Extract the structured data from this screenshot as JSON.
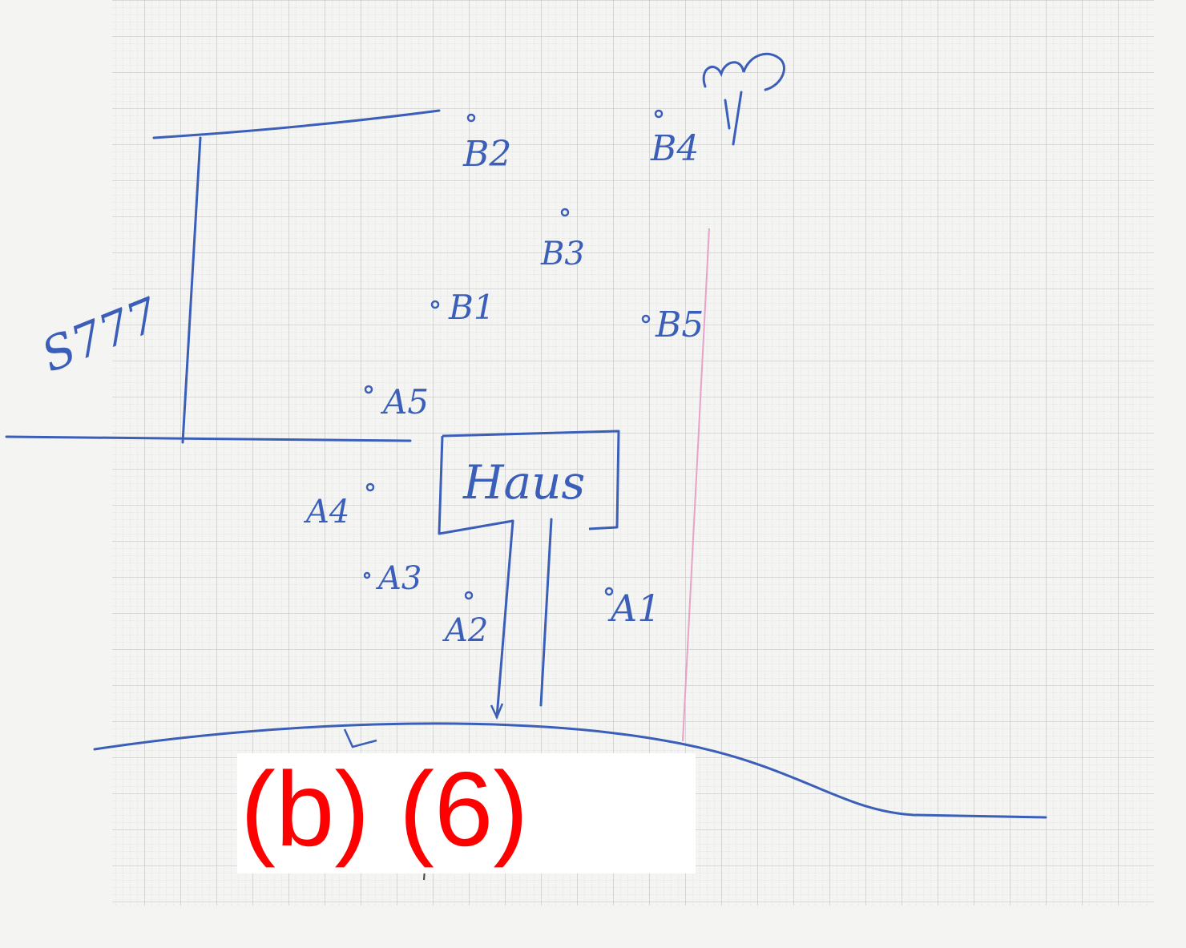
{
  "caption": "(b) (6)",
  "road_label": "S777",
  "house_label": "Haus",
  "points": [
    {
      "id": "B2",
      "label": "B2"
    },
    {
      "id": "B4",
      "label": "B4"
    },
    {
      "id": "B3",
      "label": "B3"
    },
    {
      "id": "B1",
      "label": "B1"
    },
    {
      "id": "B5",
      "label": "B5"
    },
    {
      "id": "A5",
      "label": "A5"
    },
    {
      "id": "A4",
      "label": "A4"
    },
    {
      "id": "A3",
      "label": "A3"
    },
    {
      "id": "A2",
      "label": "A2"
    },
    {
      "id": "A1",
      "label": "A1"
    }
  ],
  "colors": {
    "ink": "#3b5fb8",
    "grid": "#c8c8c8",
    "redaction_text": "#ff0000"
  }
}
